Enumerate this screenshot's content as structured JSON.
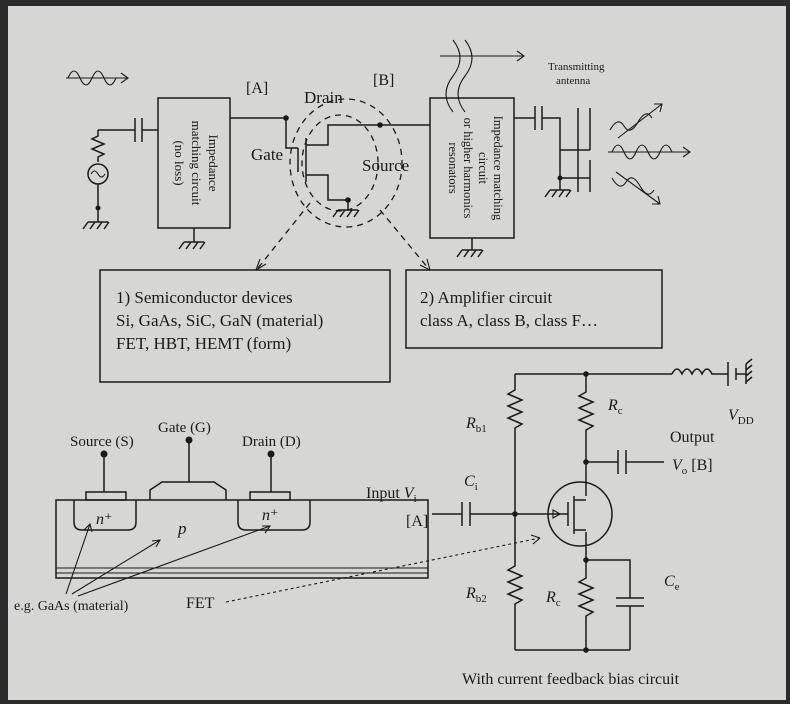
{
  "labels": {
    "node_a": "[A]",
    "node_b": "[B]",
    "drain": "Drain",
    "gate": "Gate",
    "source": "Source",
    "matching_box_1": [
      "Impedance",
      "matching circuit",
      "(no loss)"
    ],
    "matching_box_2": [
      "Impedance matching",
      "circuit",
      "or higher harmonics",
      "resonators"
    ],
    "antenna": [
      "Transmitting",
      "antenna"
    ],
    "box_semiconductor": [
      "1) Semiconductor devices",
      "Si, GaAs, SiC, GaN (material)",
      "FET, HBT, HEMT (form)"
    ],
    "box_amplifier": [
      "2) Amplifier circuit",
      "class A, class B, class F…"
    ],
    "fet_source": "Source (S)",
    "fet_gate": "Gate (G)",
    "fet_drain": "Drain (D)",
    "n_plus_left": "n⁺",
    "n_plus_right": "n⁺",
    "p_region": "p",
    "material_note": "e.g. GaAs (material)",
    "fet": "FET",
    "rb1": "R_b1",
    "rc_top": "R_c",
    "vdd": "V_DD",
    "output": "Output",
    "vo_b": "V_o  [B]",
    "input_vi": "Input V_i",
    "ci": "C_i",
    "input_a": "[A]",
    "rb2": "R_b2",
    "rc_bottom": "R_c",
    "ce": "C_e",
    "caption": "With current feedback bias circuit"
  }
}
